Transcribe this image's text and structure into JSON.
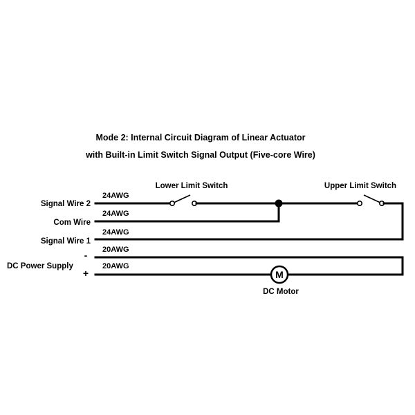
{
  "title": {
    "line1": "Mode 2: Internal Circuit Diagram of Linear Actuator",
    "line2": "with Built-in Limit Switch Signal Output (Five-core Wire)"
  },
  "wires": [
    {
      "label": "Signal Wire 2",
      "gauge": "24AWG"
    },
    {
      "label": "Com Wire",
      "gauge": "24AWG"
    },
    {
      "label": "Signal Wire 1",
      "gauge": "24AWG"
    },
    {
      "label": "DC Power Supply",
      "gauge": "20AWG",
      "minus": "-",
      "plus": "+",
      "gauge_plus": "20AWG"
    }
  ],
  "switches": {
    "lower": "Lower Limit Switch",
    "upper": "Upper Limit Switch"
  },
  "motor": {
    "symbol": "M",
    "label": "DC Motor"
  },
  "colors": {
    "line": "#000000",
    "background": "#ffffff"
  }
}
